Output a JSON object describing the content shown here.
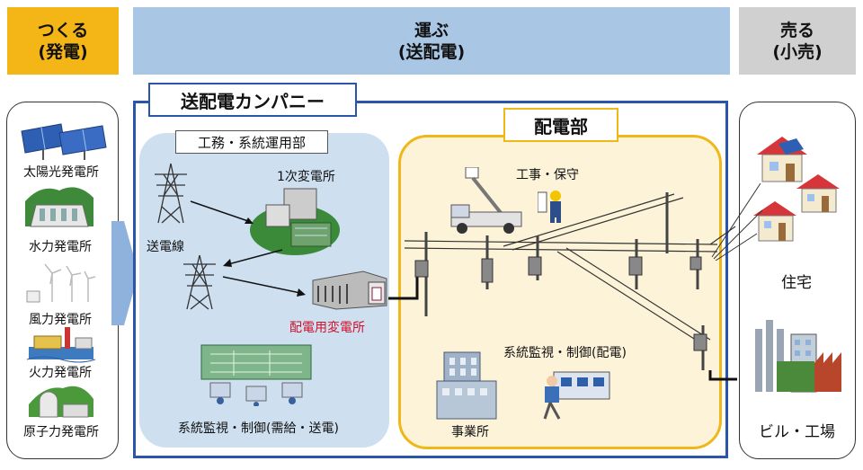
{
  "headers": {
    "make_line1": "つくる",
    "make_line2": "(発電)",
    "carry_line1": "運ぶ",
    "carry_line2": "(送配電)",
    "sell_line1": "売る",
    "sell_line2": "(小売)"
  },
  "generation": {
    "solar": "太陽光発電所",
    "hydro": "水力発電所",
    "wind": "風力発電所",
    "thermal": "火力発電所",
    "nuclear": "原子力発電所"
  },
  "company": {
    "title": "送配電カンパニー",
    "ops_title": "工務・系統運用部",
    "primary_substation": "1次変電所",
    "transmission_line": "送電線",
    "distribution_substation": "配電用変電所",
    "supply_control": "系統監視・制御(需給・送電)"
  },
  "distribution": {
    "title": "配電部",
    "maintenance": "工事・保守",
    "dist_control": "系統監視・制御(配電)",
    "office": "事業所"
  },
  "retail": {
    "homes": "住宅",
    "buildings": "ビル・工場"
  },
  "colors": {
    "generation_header": "#f4b516",
    "transport_header": "#a9c6e4",
    "retail_header": "#d0d0d0",
    "company_border": "#2a55a8",
    "ops_fill": "#cedff0",
    "dist_border": "#f0b718",
    "dist_fill": "#fdf3d9",
    "highlight_text": "#d0112b"
  }
}
